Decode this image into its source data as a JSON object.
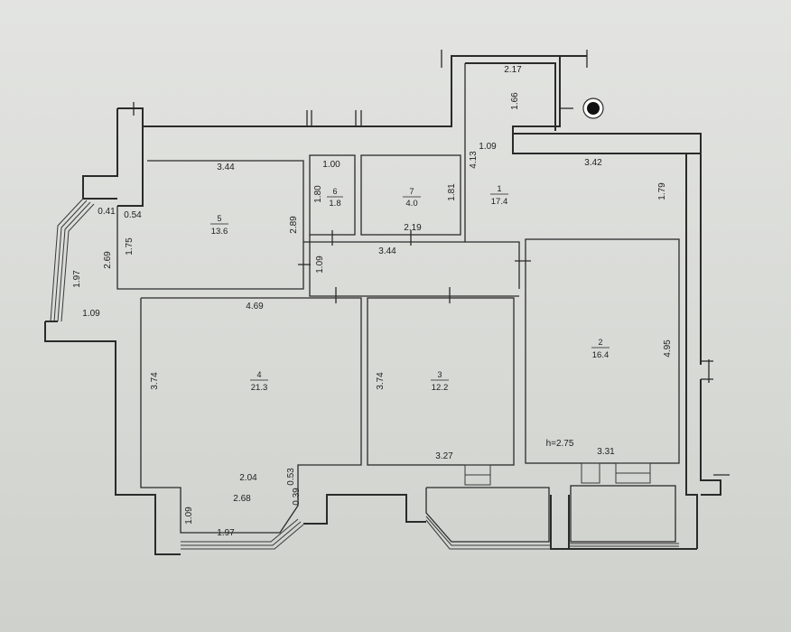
{
  "colors": {
    "paper": "#dcdedb",
    "ink": "#2b2b2b"
  },
  "rooms": {
    "r1": {
      "no": "1",
      "area": "17.4"
    },
    "r2": {
      "no": "2",
      "area": "16.4"
    },
    "r3": {
      "no": "3",
      "area": "12.2"
    },
    "r4": {
      "no": "4",
      "area": "21.3"
    },
    "r5": {
      "no": "5",
      "area": "13.6"
    },
    "r6": {
      "no": "6",
      "area": "1.8"
    },
    "r7": {
      "no": "7",
      "area": "4.0"
    }
  },
  "dims": {
    "d_217": "2.17",
    "d_166": "1.66",
    "d_109_top": "1.09",
    "d_413": "4.13",
    "d_342": "3.42",
    "d_179": "1.79",
    "d_344_top": "3.44",
    "d_100": "1.00",
    "d_180": "1.80",
    "d_181": "1.81",
    "d_219": "2.19",
    "d_344_mid": "3.44",
    "d_289": "2.89",
    "d_041": "0.41",
    "d_054": "0.54",
    "d_269": "2.69",
    "d_175": "1.75",
    "d_197_left": "1.97",
    "d_109_left": "1.09",
    "d_109_mid": "1.09",
    "d_469": "4.69",
    "d_374_left": "3.74",
    "d_374_mid": "3.74",
    "d_495": "4.95",
    "d_h": "h=2.75",
    "d_327": "3.27",
    "d_331": "3.31",
    "d_204": "2.04",
    "d_053": "0.53",
    "d_268": "2.68",
    "d_039": "0.39",
    "d_109_bottom": "1.09",
    "d_197_bottom": "1.97"
  }
}
